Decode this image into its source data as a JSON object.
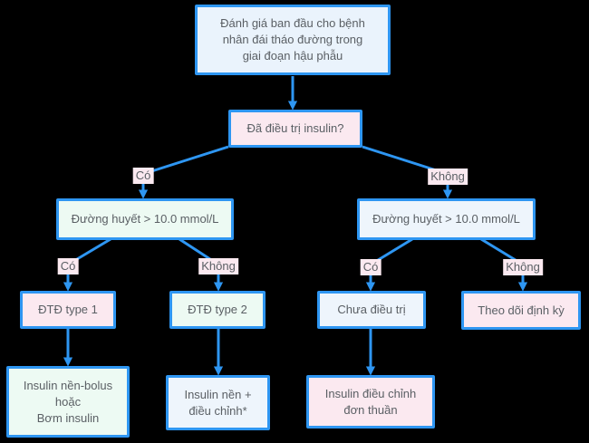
{
  "canvas": {
    "background_color": "#000000",
    "accent_color": "#2e96f2",
    "text_color": "#5a5f64"
  },
  "palette": {
    "fill_blue": "#eaf3fc",
    "fill_pink": "#fbe9f0",
    "fill_mint": "#edfaf3",
    "fill_sky": "#eef5fc"
  },
  "nodes": {
    "start": {
      "lines": [
        "Đánh giá ban đầu cho bệnh",
        "nhân đái tháo đường trong",
        "giai đoạn hậu phẫu"
      ]
    },
    "insulin_treated_question": {
      "lines": [
        "Đã điều trị insulin?"
      ]
    },
    "glucose_left": {
      "lines": [
        "Đường huyết > 10.0 mmol/L"
      ]
    },
    "glucose_right": {
      "lines": [
        "Đường huyết > 10.0 mmol/L"
      ]
    },
    "type1": {
      "lines": [
        "ĐTĐ type 1"
      ]
    },
    "type2": {
      "lines": [
        "ĐTĐ type 2"
      ]
    },
    "untreated": {
      "lines": [
        "Chưa điều trị"
      ]
    },
    "monitor": {
      "lines": [
        "Theo dõi định kỳ"
      ]
    },
    "basal_bolus": {
      "lines": [
        "Insulin nền-bolus",
        "hoặc",
        "Bơm insulin"
      ]
    },
    "basal_plus_correction": {
      "lines": [
        "Insulin nền +",
        "điều chỉnh*"
      ]
    },
    "correction_only": {
      "lines": [
        "Insulin điều chỉnh",
        "đơn thuần"
      ]
    }
  },
  "edge_labels": {
    "treated_yes": "Có",
    "treated_no": "Không",
    "left_yes": "Có",
    "left_no": "Không",
    "right_yes": "Có",
    "right_no": "Không"
  }
}
